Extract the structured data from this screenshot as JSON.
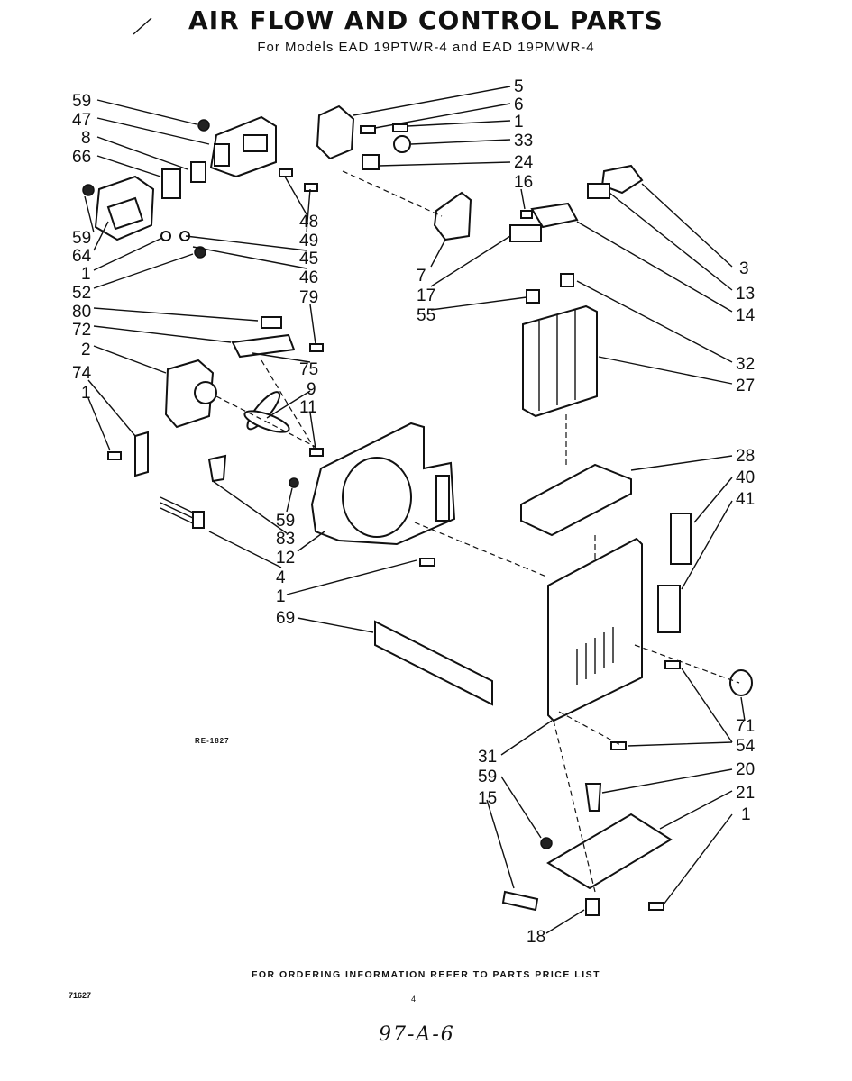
{
  "header": {
    "title": "AIR FLOW AND CONTROL PARTS",
    "subtitle": "For Models EAD 19PTWR-4 and EAD 19PMWR-4"
  },
  "diagram": {
    "ref_code": "RE-1827",
    "left_labels": [
      "59",
      "47",
      "8",
      "66",
      "59",
      "64",
      "1",
      "52",
      "80",
      "72",
      "2",
      "74",
      "1",
      "59",
      "83",
      "12",
      "4",
      "1",
      "69"
    ],
    "center_labels": [
      "48",
      "49",
      "45",
      "46",
      "79",
      "75",
      "9",
      "11",
      "7",
      "17",
      "55"
    ],
    "right_labels": [
      "5",
      "6",
      "1",
      "33",
      "24",
      "16",
      "3",
      "13",
      "14",
      "32",
      "27",
      "28",
      "40",
      "41",
      "71",
      "54",
      "20",
      "21",
      "1"
    ],
    "bottom_labels": [
      "31",
      "59",
      "15",
      "18"
    ]
  },
  "footer": {
    "ordering_note": "FOR ORDERING INFORMATION REFER TO PARTS PRICE LIST",
    "code": "71627",
    "page_number": "4",
    "handwritten": "97-A-6"
  }
}
